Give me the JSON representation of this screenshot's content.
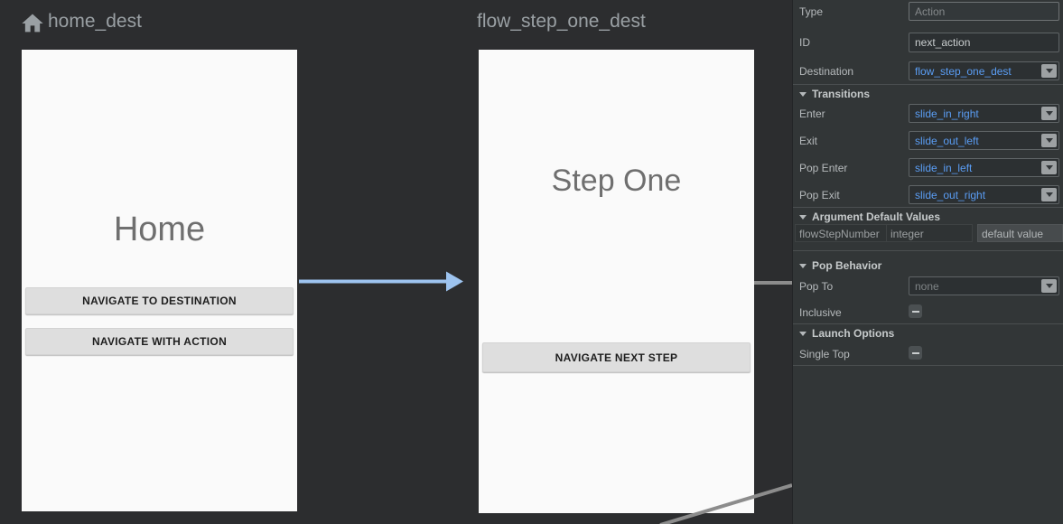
{
  "colors": {
    "accent_blue_text": "#5a9df4",
    "action_arrow_blue": "#9dc3ef",
    "edge_arrow_gray": "#8c8c8c",
    "panel_bg": "#323637",
    "canvas_bg": "#2c2d2f",
    "screen_bg": "#fafafa"
  },
  "canvas": {
    "home": {
      "header": "home_dest",
      "screen_title": "Home",
      "button_navigate_destination": "NAVIGATE TO DESTINATION",
      "button_navigate_action": "NAVIGATE WITH ACTION"
    },
    "step_one": {
      "header": "flow_step_one_dest",
      "screen_title": "Step One",
      "button_navigate_next": "NAVIGATE NEXT STEP"
    }
  },
  "panel": {
    "type": {
      "label": "Type",
      "value": "Action"
    },
    "id": {
      "label": "ID",
      "value": "next_action"
    },
    "destination": {
      "label": "Destination",
      "value": "flow_step_one_dest"
    },
    "transitions": {
      "header": "Transitions",
      "enter": {
        "label": "Enter",
        "value": "slide_in_right"
      },
      "exit": {
        "label": "Exit",
        "value": "slide_out_left"
      },
      "pop_enter": {
        "label": "Pop Enter",
        "value": "slide_in_left"
      },
      "pop_exit": {
        "label": "Pop Exit",
        "value": "slide_out_right"
      }
    },
    "arguments": {
      "header": "Argument Default Values",
      "row": {
        "name": "flowStepNumber",
        "type": "integer",
        "default_placeholder": "default value"
      }
    },
    "pop_behavior": {
      "header": "Pop Behavior",
      "pop_to": {
        "label": "Pop To",
        "value": "none"
      },
      "inclusive": {
        "label": "Inclusive",
        "state": "indeterminate"
      }
    },
    "launch_options": {
      "header": "Launch Options",
      "single_top": {
        "label": "Single Top",
        "state": "indeterminate"
      }
    }
  }
}
